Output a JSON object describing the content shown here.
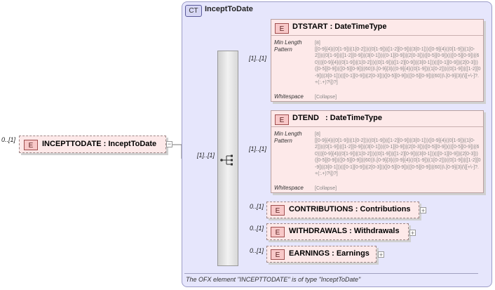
{
  "complex_type": {
    "badge": "CT",
    "name": "InceptToDate"
  },
  "root_element": {
    "badge": "E",
    "occurrence": "0..[1]",
    "label": "INCEPTTODATE : InceptToDate"
  },
  "sequence": {
    "occurrence": "[1]..[1]",
    "icon": "sequence-icon"
  },
  "children": {
    "dtstart": {
      "badge": "E",
      "occurrence": "[1]..[1]",
      "label": "DTSTART : DateTimeType",
      "min_length_key": "Min Length",
      "min_length_value": "[8]",
      "pattern_key": "Pattern",
      "pattern_value": "[[0-9]{4}((0[1-9])|(1[0-2]))((0[1-9])|([1-2][0-9])|(3[0-1]))([0-9]{4}((0[1-9])|(1[0-2]))((0[1-9])|([1-2][0-9])|(3[0-1]))((0-1][0-9])|(2[0-3]))([0-5][0-9])((([0-5][0-9])|(60)))[0-9]{4}((0[1-9])|(1[0-2]))((0[1-9])|([1-2][0-9])|(3[0-1]))(([0-1][0-9])|(2[0-3]))([0-5][0-9])(([0-5][0-9])|(60))\\.[0-9]{3}((0-9]{4}((0[1-9])|(1[0-2]))((0[1-9])|([1-2][0-9])|(3[0-1]))(([0-1][0-9])|(2[0-3]))([0-5][0-9])(([0-5][0-9])|(60))\\.[0-9]{3}(\\[[+\\-]?.+(:.+)?\\])?]",
      "whitespace_key": "Whitespace",
      "whitespace_value": "[Collapse]"
    },
    "dtend": {
      "badge": "E",
      "occurrence": "[1]..[1]",
      "label": "DTEND   : DateTimeType",
      "min_length_key": "Min Length",
      "min_length_value": "[8]",
      "pattern_key": "Pattern",
      "pattern_value": "[[0-9]{4}((0[1-9])|(1[0-2]))((0[1-9])|([1-2][0-9])|(3[0-1]))([0-9]{4}((0[1-9])|(1[0-2]))((0[1-9])|([1-2][0-9])|(3[0-1]))((0-1][0-9])|(2[0-3]))([0-5][0-9])((([0-5][0-9])|(60)))[0-9]{4}((0[1-9])|(1[0-2]))((0[1-9])|([1-2][0-9])|(3[0-1]))(([0-1][0-9])|(2[0-3]))([0-5][0-9])(([0-5][0-9])|(60))\\.[0-9]{3}((0-9]{4}((0[1-9])|(1[0-2]))((0[1-9])|([1-2][0-9])|(3[0-1]))(([0-1][0-9])|(2[0-3]))([0-5][0-9])(([0-5][0-9])|(60))\\.[0-9]{3}(\\[[+\\-]?.+(:.+)?\\])?]",
      "whitespace_key": "Whitespace",
      "whitespace_value": "[Collapse]"
    },
    "contributions": {
      "badge": "E",
      "occurrence": "0..[1]",
      "label": "CONTRIBUTIONS : Contributions"
    },
    "withdrawals": {
      "badge": "E",
      "occurrence": "0..[1]",
      "label": "WITHDRAWALS : Withdrawals"
    },
    "earnings": {
      "badge": "E",
      "occurrence": "0..[1]",
      "label": "EARNINGS : Earnings"
    }
  },
  "footer": "The OFX element \"INCEPTTODATE\" is of type \"InceptToDate\"",
  "colors": {
    "ct_background": "#e6e6fc",
    "element_background": "#fde9e9",
    "facet_value": "#888888"
  }
}
